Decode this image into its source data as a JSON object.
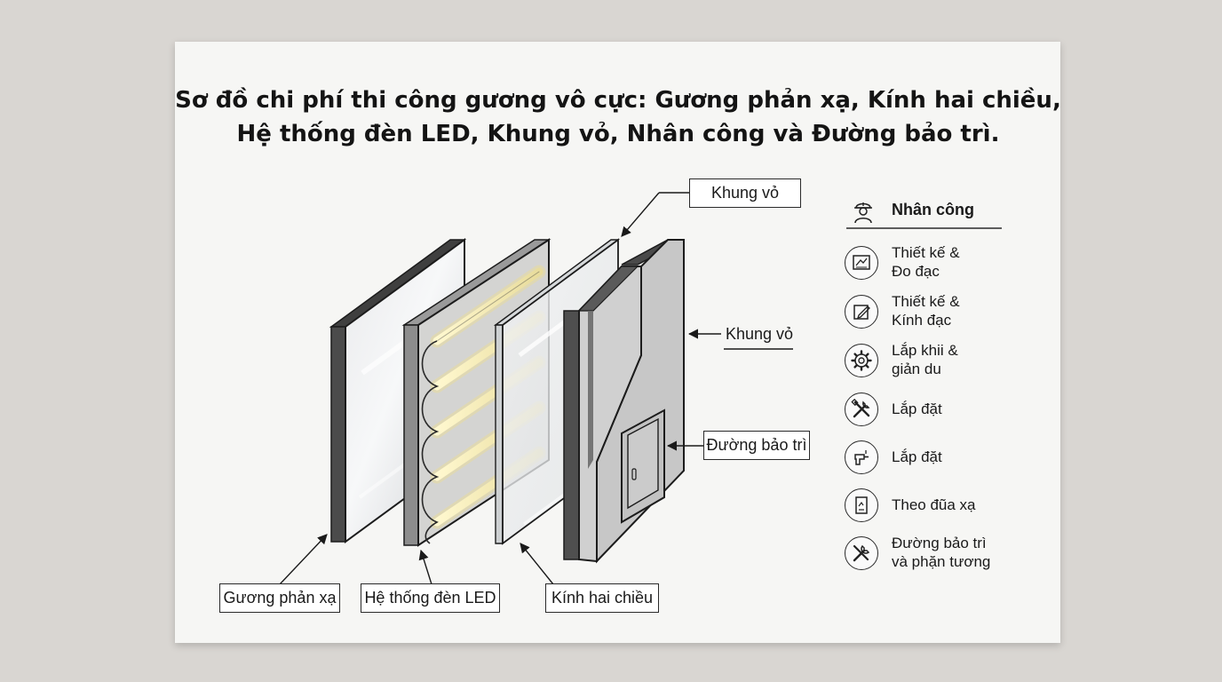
{
  "title": {
    "line1": "Sơ đồ chi phí thi công gương vô cực: Gương phản xạ, Kính hai chiều,",
    "line2": "Hệ thống đèn LED, Khung vỏ, Nhân công và Đường bảo trì."
  },
  "callouts": {
    "frame_top": "Khung vỏ",
    "frame_side": "Khung vỏ",
    "maintenance": "Đường bảo trì",
    "mirror": "Gương phản xạ",
    "led": "Hệ thống đèn LED",
    "glass": "Kính hai chiều"
  },
  "legend": {
    "title": "Nhân công",
    "title_icon": "worker-helmet-icon",
    "items": [
      {
        "line1": "Thiết kế &",
        "line2": "Đo đạc",
        "icon": "blueprint-icon"
      },
      {
        "line1": "Thiết kế &",
        "line2": "Kính đạc",
        "icon": "design-edit-icon"
      },
      {
        "line1": "Lắp khii &",
        "line2": "giản du",
        "icon": "gear-icon"
      },
      {
        "line1": "Lắp đặt",
        "line2": "",
        "icon": "tools-cross-icon"
      },
      {
        "line1": "Lắp đặt",
        "line2": "",
        "icon": "drill-icon"
      },
      {
        "line1": "Theo đũa xạ",
        "line2": "",
        "icon": "document-icon"
      },
      {
        "line1": "Đường bảo trì",
        "line2": "và phặn tương",
        "icon": "wrench-screwdriver-icon"
      }
    ]
  },
  "colors": {
    "background": "#d9d6d2",
    "card": "#f6f6f4",
    "panel_dark": "#5c5c5c",
    "panel_light": "#c9c9c9",
    "led_glow": "#f3eab6"
  }
}
